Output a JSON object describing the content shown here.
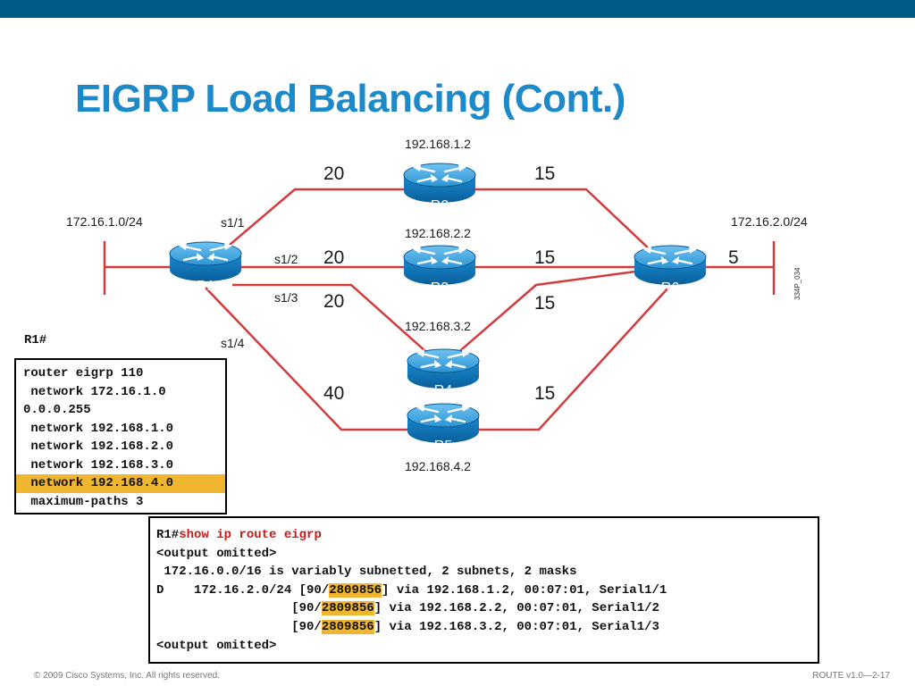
{
  "title": "EIGRP Load Balancing (Cont.)",
  "diagram": {
    "routers": {
      "r1": "R1",
      "r2": "R2",
      "r3": "R3",
      "r4": "R4",
      "r5": "R5",
      "r6": "R6"
    },
    "networks": {
      "left": "172.16.1.0/24",
      "right": "172.16.2.0/24"
    },
    "router_ips": {
      "r2": "192.168.1.2",
      "r3": "192.168.2.2",
      "r4": "192.168.3.2",
      "r5": "192.168.4.2"
    },
    "interfaces": {
      "s1_1": "s1/1",
      "s1_2": "s1/2",
      "s1_3": "s1/3",
      "s1_4": "s1/4"
    },
    "metrics": {
      "r1_r2": "20",
      "r2_r6": "15",
      "r1_r3": "20",
      "r3_r6": "15",
      "r1_r4": "20",
      "r4_r6": "15",
      "r1_r5": "40",
      "r5_r6": "15",
      "r6_lan": "5"
    },
    "figure_id": "334P_034"
  },
  "config": {
    "prompt": "R1#",
    "lines": [
      "router eigrp 110",
      " network 172.16.1.0",
      "0.0.0.255",
      " network 192.168.1.0",
      " network 192.168.2.0",
      " network 192.168.3.0",
      " network 192.168.4.0",
      " maximum-paths 3"
    ]
  },
  "output": {
    "prompt": "R1#",
    "command": "show ip route eigrp",
    "omitted": "<output omitted>",
    "subnet_line": " 172.16.0.0/16 is variably subnetted, 2 subnets, 2 masks",
    "routes": [
      {
        "prefix": "D    172.16.2.0/24 [90/",
        "metric": "2809856",
        "suffix": "] via 192.168.1.2, 00:07:01, Serial1/1"
      },
      {
        "prefix": "                  [90/",
        "metric": "2809856",
        "suffix": "] via 192.168.2.2, 00:07:01, Serial1/2"
      },
      {
        "prefix": "                  [90/",
        "metric": "2809856",
        "suffix": "] via 192.168.3.2, 00:07:01, Serial1/3"
      }
    ],
    "omitted_end": "<output omitted>"
  },
  "footer": {
    "copyright": "© 2009 Cisco Systems, Inc. All rights reserved.",
    "course": "ROUTE v1.0—2-17"
  },
  "colors": {
    "title": "#1c89c9",
    "top_bar": "#005a87",
    "link": "#d23b3b",
    "router_body": "#1a8ad0",
    "highlight": "#f0b62f"
  }
}
